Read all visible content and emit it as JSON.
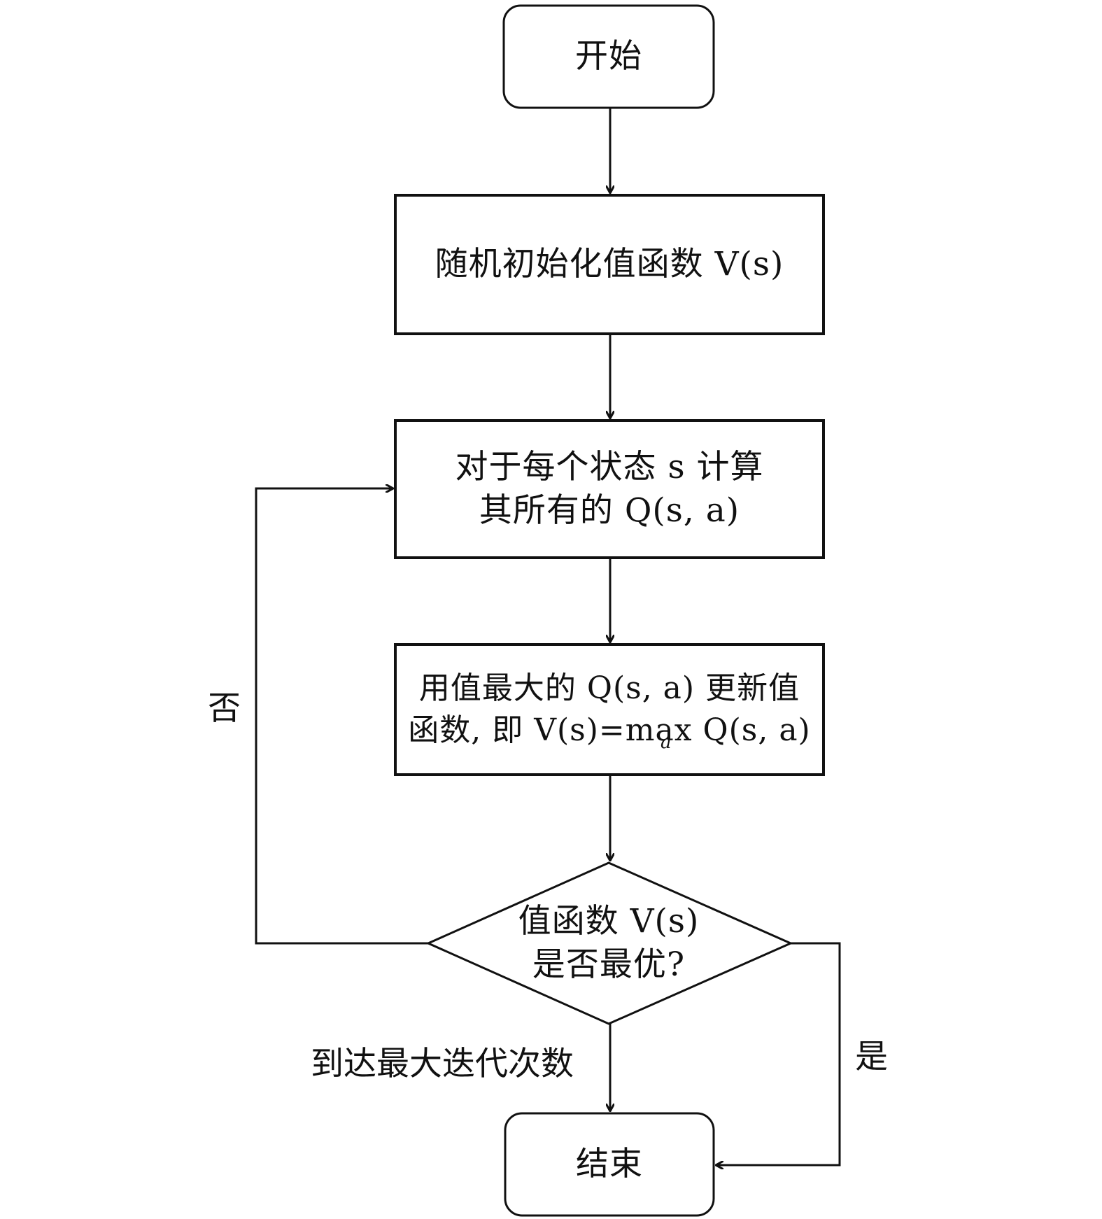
{
  "nodes": {
    "start": {
      "label": "开始"
    },
    "init": {
      "label": "随机初始化值函数 V(s)"
    },
    "compute_q": {
      "line1": "对于每个状态 s 计算",
      "line2": "其所有的 Q(s, a)"
    },
    "update_v": {
      "line1": "用值最大的 Q(s, a) 更新值",
      "line2": "函数, 即 V(s)=max Q(s, a)",
      "subscript": "a"
    },
    "decision": {
      "line1": "值函数 V(s)",
      "line2": "是否最优?"
    },
    "end": {
      "label": "结束"
    }
  },
  "edges": {
    "no_label": "否",
    "yes_label": "是",
    "max_iter_label": "到达最大迭代次数"
  },
  "colors": {
    "stroke": "#111111",
    "background": "#ffffff"
  }
}
